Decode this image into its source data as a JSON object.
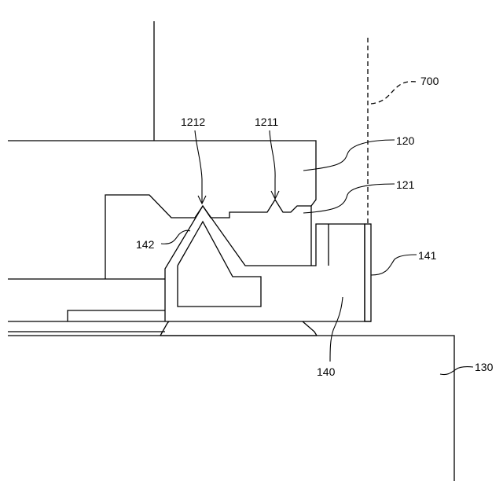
{
  "figure": {
    "labels": {
      "l700": "700",
      "l1212": "1212",
      "l1211": "1211",
      "l120": "120",
      "l121": "121",
      "l142": "142",
      "l141": "141",
      "l140": "140",
      "l130": "130"
    }
  }
}
